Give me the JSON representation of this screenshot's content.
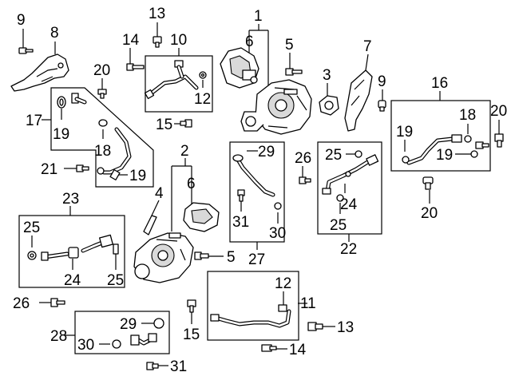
{
  "callouts": [
    {
      "id": "c9a",
      "text": "9"
    },
    {
      "id": "c8",
      "text": "8"
    },
    {
      "id": "c13a",
      "text": "13"
    },
    {
      "id": "c14a",
      "text": "14"
    },
    {
      "id": "c10",
      "text": "10"
    },
    {
      "id": "c1",
      "text": "1"
    },
    {
      "id": "c6a",
      "text": "6"
    },
    {
      "id": "c5a",
      "text": "5"
    },
    {
      "id": "c7",
      "text": "7"
    },
    {
      "id": "c20a",
      "text": "20"
    },
    {
      "id": "c12a",
      "text": "12"
    },
    {
      "id": "c3",
      "text": "3"
    },
    {
      "id": "c9b",
      "text": "9"
    },
    {
      "id": "c16",
      "text": "16"
    },
    {
      "id": "c17",
      "text": "17"
    },
    {
      "id": "c19a",
      "text": "19"
    },
    {
      "id": "c18a",
      "text": "18"
    },
    {
      "id": "c15a",
      "text": "15"
    },
    {
      "id": "c18b",
      "text": "18"
    },
    {
      "id": "c20b",
      "text": "20"
    },
    {
      "id": "c19b",
      "text": "19"
    },
    {
      "id": "c19c",
      "text": "19"
    },
    {
      "id": "c29a",
      "text": "29"
    },
    {
      "id": "c26a",
      "text": "26"
    },
    {
      "id": "c25a",
      "text": "25"
    },
    {
      "id": "c21",
      "text": "21"
    },
    {
      "id": "c19d",
      "text": "19"
    },
    {
      "id": "c2",
      "text": "2"
    },
    {
      "id": "c6b",
      "text": "6"
    },
    {
      "id": "c4",
      "text": "4"
    },
    {
      "id": "c24a",
      "text": "24"
    },
    {
      "id": "c20c",
      "text": "20"
    },
    {
      "id": "c23",
      "text": "23"
    },
    {
      "id": "c31a",
      "text": "31"
    },
    {
      "id": "c25b",
      "text": "25"
    },
    {
      "id": "c30a",
      "text": "30"
    },
    {
      "id": "c25c",
      "text": "25"
    },
    {
      "id": "c22",
      "text": "22"
    },
    {
      "id": "c5b",
      "text": "5"
    },
    {
      "id": "c27",
      "text": "27"
    },
    {
      "id": "c24b",
      "text": "24"
    },
    {
      "id": "c25d",
      "text": "25"
    },
    {
      "id": "c12b",
      "text": "12"
    },
    {
      "id": "c11",
      "text": "11"
    },
    {
      "id": "c26b",
      "text": "26"
    },
    {
      "id": "c29b",
      "text": "29"
    },
    {
      "id": "c13b",
      "text": "13"
    },
    {
      "id": "c15b",
      "text": "15"
    },
    {
      "id": "c28",
      "text": "28"
    },
    {
      "id": "c30b",
      "text": "30"
    },
    {
      "id": "c14b",
      "text": "14"
    },
    {
      "id": "c31b",
      "text": "31"
    }
  ]
}
